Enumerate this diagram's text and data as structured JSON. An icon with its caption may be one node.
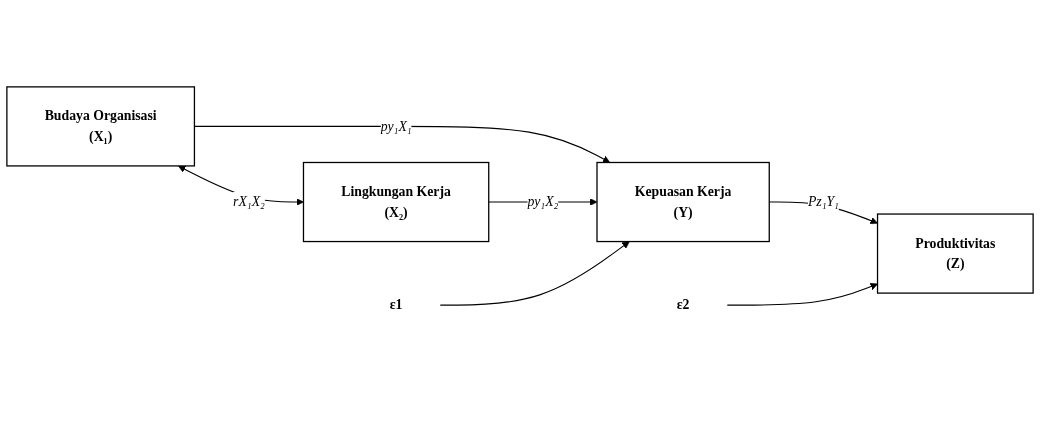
{
  "diagram": {
    "nodes": [
      {
        "text": [
          "Budaya Organisasi",
          "(X₁)"
        ]
      },
      {
        "text": [
          "Lingkungan Kerja",
          "(X₂)"
        ]
      },
      {
        "text": [
          "Kepuasan Kerja",
          "(Y)"
        ]
      },
      {
        "text": [
          "Produktivitas",
          "(Z)"
        ]
      },
      {
        "text": [
          "ε1"
        ]
      },
      {
        "text": [
          "ε2"
        ]
      }
    ],
    "edges": [
      {
        "from": 0,
        "to": 1,
        "arrow": "both",
        "label": "rX₁X₂"
      },
      {
        "from": 0,
        "to": 2,
        "arrow": "to",
        "label": "py₁X₁"
      },
      {
        "from": 1,
        "to": 2,
        "arrow": "to",
        "label": "py₁X₂"
      },
      {
        "from": 2,
        "to": 3,
        "arrow": "to",
        "label": "Pz₁Y₁"
      },
      {
        "from": 4,
        "to": 2,
        "arrow": "to"
      },
      {
        "from": 5,
        "to": 3,
        "arrow": "to"
      }
    ]
  }
}
